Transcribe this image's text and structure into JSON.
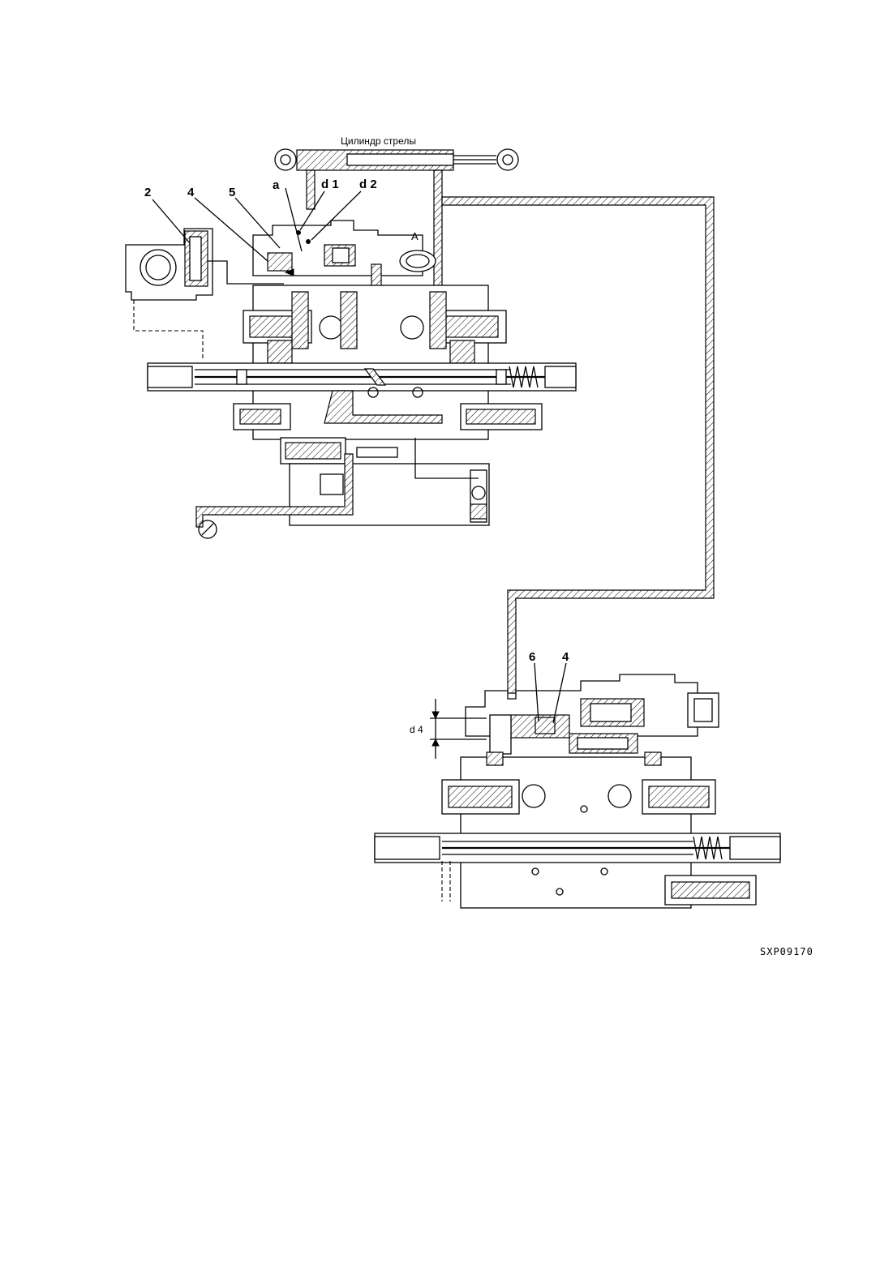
{
  "labels": {
    "cylinder": "Цилиндр стрелы",
    "callout_2": "2",
    "callout_4_upper": "4",
    "callout_5": "5",
    "callout_a": "a",
    "callout_d1": "d 1",
    "callout_d2": "d 2",
    "callout_A": "A",
    "callout_6": "6",
    "callout_4_lower": "4",
    "callout_d4": "d 4",
    "drawing_code": "SXP09170"
  }
}
